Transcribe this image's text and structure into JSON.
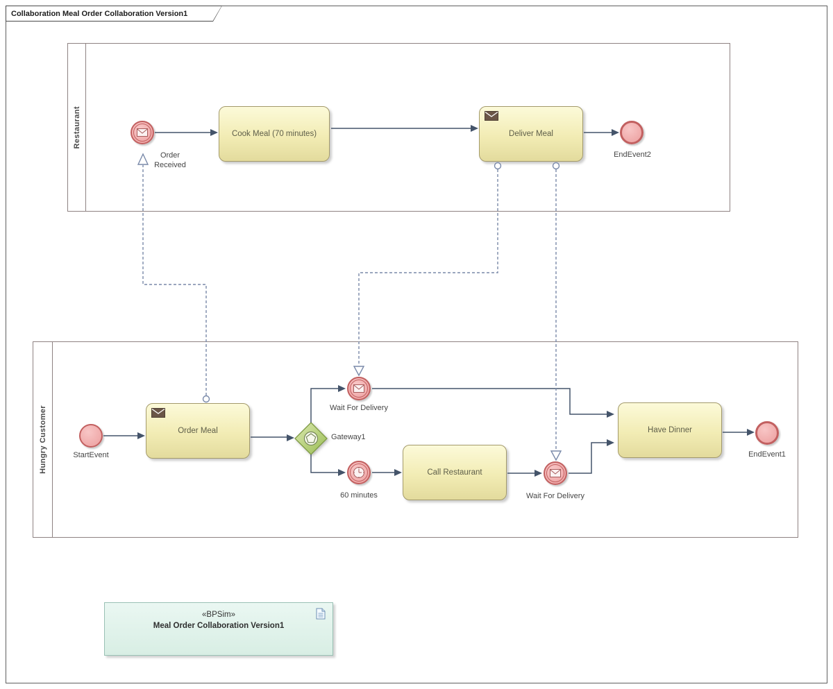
{
  "diagram": {
    "title": "Collaboration Meal Order Collaboration Version1"
  },
  "pools": {
    "restaurant": "Restaurant",
    "customer": "Hungry Customer"
  },
  "nodes": {
    "order_received": "Order Received",
    "cook_meal": "Cook Meal (70 minutes)",
    "deliver_meal": "Deliver Meal",
    "end_event2": "EndEvent2",
    "start_event": "StartEvent",
    "order_meal": "Order Meal",
    "gateway1": "Gateway1",
    "wait_for_delivery_top": "Wait For Delivery",
    "timer_60": "60 minutes",
    "call_restaurant": "Call Restaurant",
    "wait_for_delivery_right": "Wait For Delivery",
    "have_dinner": "Have Dinner",
    "end_event1": "EndEvent1"
  },
  "artifact": {
    "stereotype": "«BPSim»",
    "name": "Meal Order Collaboration Version1"
  },
  "icons": {
    "message_event": "envelope",
    "timer_event": "clock",
    "event_gateway": "pentagon-in-circle",
    "task_message_marker": "filled-envelope",
    "artifact_document": "document-page"
  },
  "colors": {
    "task_fill": "#F2ECB4",
    "task_border": "#A39A6B",
    "event_fill": "#F0A6A6",
    "event_border": "#C26060",
    "gateway_fill": "#AFCB6E",
    "gateway_border": "#7E9A44",
    "sequence_flow": "#44546A",
    "message_flow": "#7989A9",
    "pool_border": "#8E8282",
    "artifact_fill": "#DFF2EC",
    "artifact_border": "#99C0B4"
  }
}
